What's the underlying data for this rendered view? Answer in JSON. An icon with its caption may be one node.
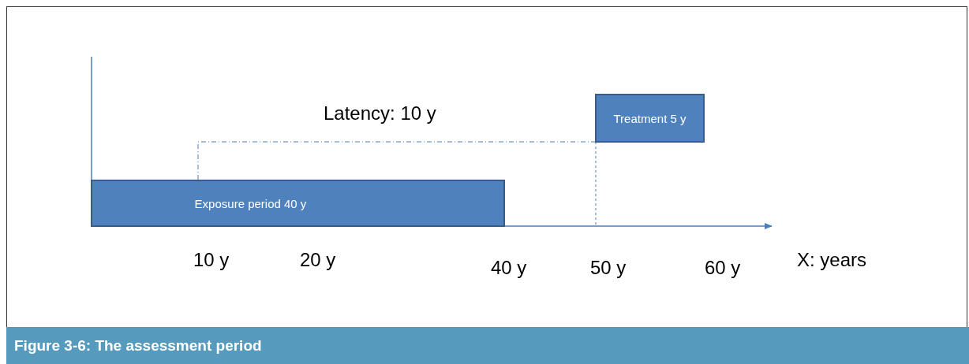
{
  "diagram": {
    "caption": "Figure 3-6: The assessment period",
    "nodes": [
      {
        "text": [
          "Exposure period 40 y"
        ]
      },
      {
        "text": [
          "Treatment 5 y"
        ]
      }
    ],
    "edges": [],
    "labels": [
      "Latency: 10 y",
      "10 y",
      "20 y",
      "40 y",
      "50 y",
      "60 y",
      "X: years"
    ]
  }
}
